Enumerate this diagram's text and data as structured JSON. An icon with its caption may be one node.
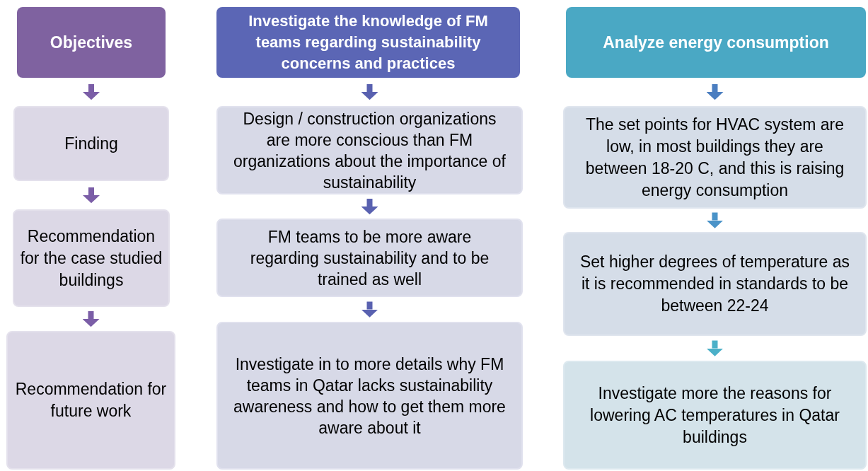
{
  "diagram": {
    "nodes": [
      {
        "text": [
          "Objectives"
        ]
      },
      {
        "text": [
          "Finding"
        ]
      },
      {
        "text": [
          "Recommendation for the case studied buildings"
        ]
      },
      {
        "text": [
          "Recommendation for future work"
        ]
      },
      {
        "text": [
          "Investigate the knowledge of FM teams regarding sustainability concerns and practices"
        ]
      },
      {
        "text": [
          "Design / construction organizations are more conscious than FM organizations about the importance of sustainability"
        ]
      },
      {
        "text": [
          "FM teams to be more aware regarding sustainability and to be trained as well"
        ]
      },
      {
        "text": [
          "Investigate in to more details why FM teams in Qatar lacks sustainability awareness and how to get them more aware about it"
        ]
      },
      {
        "text": [
          "Analyze energy consumption"
        ]
      },
      {
        "text": [
          "The set points for HVAC system are low, in most buildings they are between 18-20 C, and this is raising energy consumption"
        ]
      },
      {
        "text": [
          "Set higher degrees of temperature as it is recommended  in standards to be between 22-24"
        ]
      },
      {
        "text": [
          "Investigate more the reasons for lowering AC temperatures in Qatar buildings"
        ]
      }
    ],
    "edges": [
      {
        "from": 0,
        "to": 1,
        "arrow": "to",
        "color": "#7b5ea7"
      },
      {
        "from": 1,
        "to": 2,
        "arrow": "to",
        "color": "#7b5ea7"
      },
      {
        "from": 2,
        "to": 3,
        "arrow": "to",
        "color": "#7b5ea7"
      },
      {
        "from": 4,
        "to": 5,
        "arrow": "to",
        "color": "#5961b0"
      },
      {
        "from": 5,
        "to": 6,
        "arrow": "to",
        "color": "#5961b0"
      },
      {
        "from": 6,
        "to": 7,
        "arrow": "to",
        "color": "#5961b0"
      },
      {
        "from": 8,
        "to": 9,
        "arrow": "to",
        "color": "#4b7ec0"
      },
      {
        "from": 9,
        "to": 10,
        "arrow": "to",
        "color": "#4a93c8"
      },
      {
        "from": 10,
        "to": 11,
        "arrow": "to",
        "color": "#4bb0c8"
      }
    ]
  }
}
